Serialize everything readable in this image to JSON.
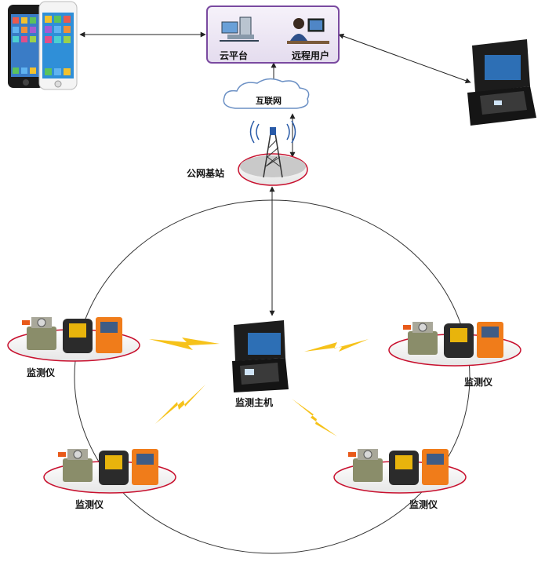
{
  "labels": {
    "cloud_platform": "云平台",
    "remote_user": "远程用户",
    "internet": "互联网",
    "base_station": "公网基站",
    "host": "监测主机",
    "monitor_left_top": "监测仪",
    "monitor_right_top": "监测仪",
    "monitor_left_bottom": "监测仪",
    "monitor_right_bottom": "监测仪"
  },
  "colors": {
    "platform_box_border": "#7a4aa0",
    "platform_box_fill": "#f1ecf6",
    "pad_top": "#ffffff",
    "pad_edge": "#c8102e",
    "lightning": "#f6c21a",
    "gas_orange": "#f07c1a",
    "gas_dark": "#2b2b2b",
    "gas_yellow": "#e8b40c",
    "olive": "#8a8d6a"
  },
  "icons": [
    "smartphone-icon",
    "laptop-case-icon",
    "cloud-icon",
    "tower-icon",
    "server-icon",
    "user-at-desk-icon",
    "gas-detector-icon",
    "lightning-icon"
  ]
}
